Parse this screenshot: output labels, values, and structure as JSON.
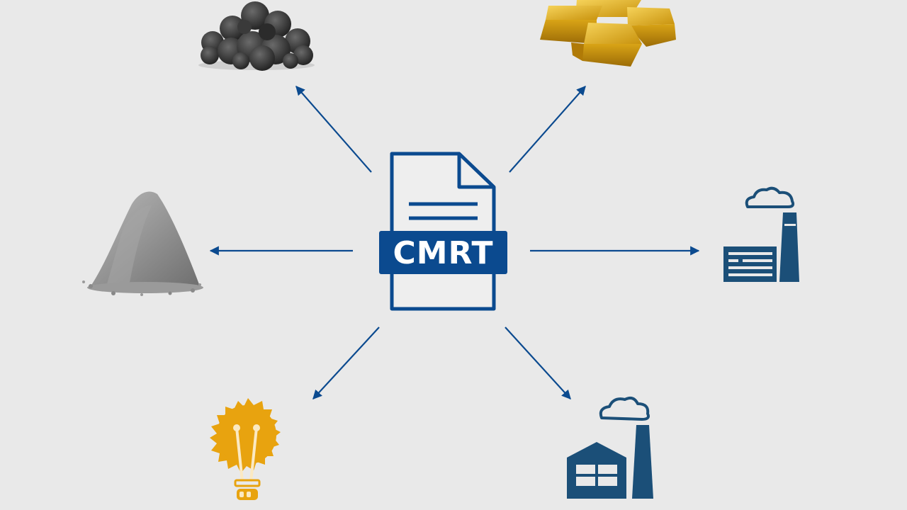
{
  "document": {
    "label": "CMRT",
    "icon": "document-icon"
  },
  "nodes": [
    {
      "name": "ore-pile",
      "icon": "ore-pile-icon"
    },
    {
      "name": "gold-bars",
      "icon": "gold-bars-icon"
    },
    {
      "name": "powder-pile",
      "icon": "powder-pile-icon"
    },
    {
      "name": "factory-right",
      "icon": "factory-icon"
    },
    {
      "name": "light-bulb",
      "icon": "light-bulb-icon"
    },
    {
      "name": "factory-bottom",
      "icon": "factory-icon"
    }
  ],
  "colors": {
    "background": "#e9e9e9",
    "primary_blue": "#0b4a8f",
    "factory_navy": "#1b4f78",
    "gold": "#d9a416",
    "bulb": "#e8a30f"
  }
}
